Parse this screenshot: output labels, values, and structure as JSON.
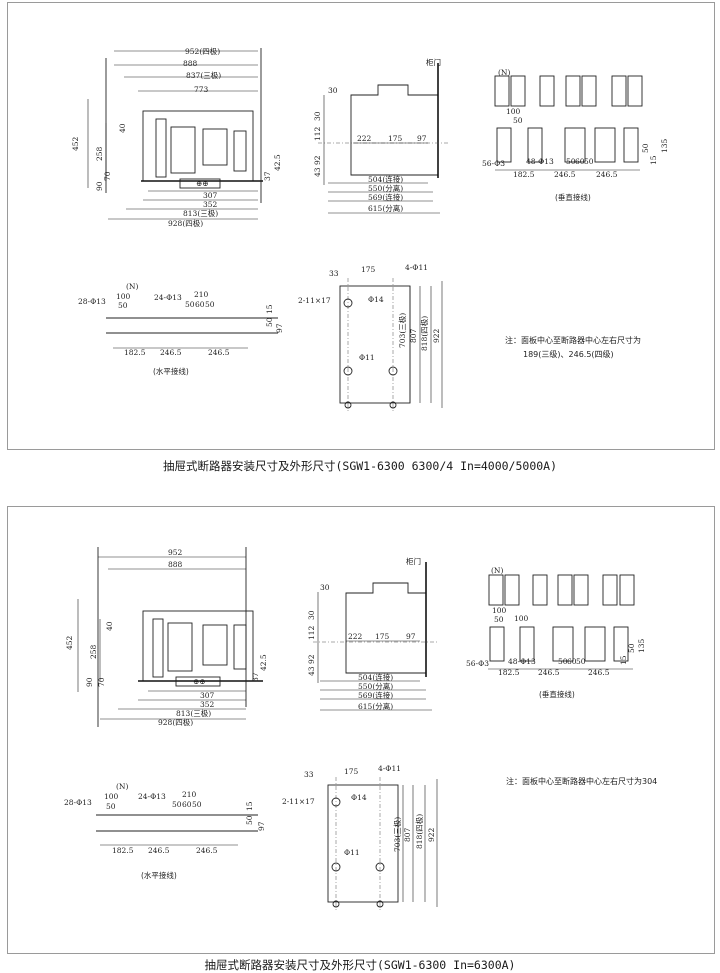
{
  "page": {
    "captions": [
      "抽屉式断路器安装尺寸及外形尺寸(SGW1-6300  6300/4  In=4000/5000A)",
      "抽屉式断路器安装尺寸及外形尺寸(SGW1-6300  In=6300A)"
    ]
  },
  "diagrams": [
    {
      "front": {
        "top": [
          "952(四极)",
          "888",
          "837(三极)",
          "773"
        ],
        "left": [
          "452",
          "258",
          "70",
          "90",
          "40"
        ],
        "right": [
          "42.5",
          "37"
        ],
        "bottom": [
          "307",
          "352",
          "813(三极)",
          "928(四极)"
        ]
      },
      "side": {
        "door": "柜门",
        "vertical": [
          "30",
          "30",
          "112",
          "92",
          "43"
        ],
        "mid": [
          "222",
          "175",
          "97"
        ],
        "bottom": [
          "504(连接)",
          "550(分离)",
          "569(连接)",
          "615(分离)"
        ]
      },
      "vertical_conn": {
        "labels": [
          "(N)",
          "100",
          "50",
          "56-Φ3",
          "48-Φ13",
          "182.5",
          "246.5",
          "246.5",
          "50",
          "60",
          "50",
          "15",
          "50",
          "135"
        ],
        "title": "(垂直接线)"
      },
      "horizontal_conn": {
        "labels": [
          "(N)",
          "28-Φ13",
          "100",
          "50",
          "24-Φ13",
          "210",
          "50",
          "60",
          "50",
          "15",
          "50",
          "97",
          "182.5",
          "246.5",
          "246.5"
        ],
        "title": "(水平接线)"
      },
      "plan": {
        "labels": [
          "33",
          "175",
          "4-Φ11",
          "2-11×17",
          "Φ14",
          "Φ11",
          "703(三极)",
          "807",
          "818(四极)",
          "922"
        ]
      },
      "note": [
        "注：面板中心至断路器中心左右尺寸为",
        "189(三级)、246.5(四级)"
      ]
    },
    {
      "front": {
        "top": [
          "952",
          "888"
        ],
        "left": [
          "452",
          "258",
          "70",
          "90",
          "40"
        ],
        "right": [
          "42.5",
          "37"
        ],
        "bottom": [
          "307",
          "352",
          "813(三极)",
          "928(四极)"
        ]
      },
      "side": {
        "door": "柜门",
        "vertical": [
          "30",
          "30",
          "112",
          "92",
          "43"
        ],
        "mid": [
          "222",
          "175",
          "97"
        ],
        "bottom": [
          "504(连接)",
          "550(分离)",
          "569(连接)",
          "615(分离)"
        ]
      },
      "vertical_conn": {
        "labels": [
          "(N)",
          "100",
          "50",
          "100",
          "56-Φ3",
          "48-Φ13",
          "182.5",
          "246.5",
          "246.5",
          "50",
          "60",
          "50",
          "15",
          "50",
          "135"
        ],
        "title": "(垂直接线)"
      },
      "horizontal_conn": {
        "labels": [
          "(N)",
          "28-Φ13",
          "100",
          "50",
          "24-Φ13",
          "210",
          "50",
          "60",
          "50",
          "15",
          "50",
          "97",
          "182.5",
          "246.5",
          "246.5"
        ],
        "title": "(水平接线)"
      },
      "plan": {
        "labels": [
          "33",
          "175",
          "4-Φ11",
          "2-11×17",
          "Φ14",
          "Φ11",
          "703(三极)",
          "807",
          "818(四极)",
          "922"
        ]
      },
      "note": [
        "注：面板中心至断路器中心左右尺寸为304"
      ]
    }
  ]
}
